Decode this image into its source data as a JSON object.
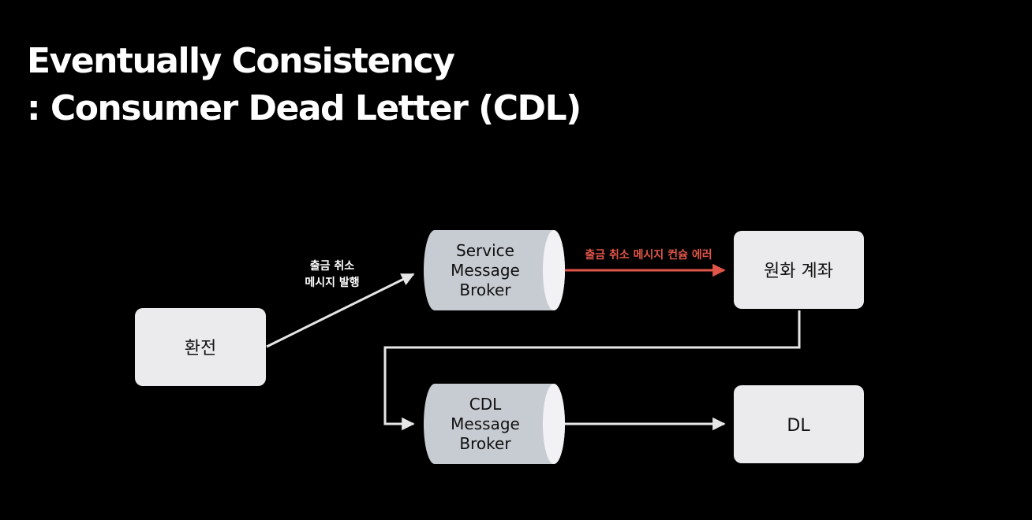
{
  "slide": {
    "title_line1": "Eventually Consistency",
    "title_line2": ": Consumer Dead Letter (CDL)"
  },
  "nodes": {
    "exchange": {
      "label": "환전"
    },
    "service_broker": {
      "line1": "Service",
      "line2": "Message",
      "line3": "Broker"
    },
    "krw_account": {
      "label": "원화 계좌"
    },
    "cdl_broker": {
      "line1": "CDL",
      "line2": "Message",
      "line3": "Broker"
    },
    "dl": {
      "label": "DL"
    }
  },
  "edges": {
    "publish": {
      "line1": "출금 취소",
      "line2": "메시지 발행"
    },
    "consume_error": {
      "label": "출금 취소 메시지 컨슘 에러"
    }
  },
  "colors": {
    "background": "#000000",
    "box_fill": "#ebebed",
    "cylinder_fill": "#c7cbd2",
    "cylinder_cap": "#f2f2f4",
    "arrow": "#e6e6e6",
    "error_arrow": "#e05547"
  }
}
